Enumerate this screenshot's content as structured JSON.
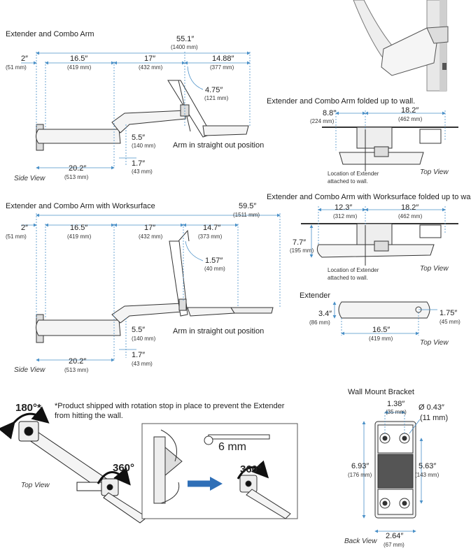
{
  "side1": {
    "title": "Extender and Combo Arm",
    "total": {
      "v": "55.1″",
      "mm": "(1400 mm)"
    },
    "d1": {
      "v": "2″",
      "mm": "(51 mm)"
    },
    "d2": {
      "v": "16.5″",
      "mm": "(419 mm)"
    },
    "d3": {
      "v": "17″",
      "mm": "(432 mm)"
    },
    "d4": {
      "v": "14.88″",
      "mm": "(377 mm)"
    },
    "d5": {
      "v": "4.75″",
      "mm": "(121 mm)"
    },
    "d6": {
      "v": "5.5″",
      "mm": "(140 mm)"
    },
    "d7": {
      "v": "1.7″",
      "mm": "(43 mm)"
    },
    "d8": {
      "v": "20.2″",
      "mm": "(513 mm)"
    },
    "note": "Arm in straight out position",
    "view": "Side View"
  },
  "fold1": {
    "title": "Extender and Combo Arm folded up to wall.",
    "a": {
      "v": "8.8″",
      "mm": "(224 mm)"
    },
    "b": {
      "v": "18.2″",
      "mm": "(462 mm)"
    },
    "loc1": "Location of Extender",
    "loc2": "attached to wall.",
    "view": "Top View"
  },
  "side2": {
    "title": "Extender and Combo Arm with Worksurface",
    "total": {
      "v": "59.5″",
      "mm": "(1511 mm)"
    },
    "d1": {
      "v": "2″",
      "mm": "(51 mm)"
    },
    "d2": {
      "v": "16.5″",
      "mm": "(419 mm)"
    },
    "d3": {
      "v": "17″",
      "mm": "(432 mm)"
    },
    "d4": {
      "v": "14.7″",
      "mm": "(373 mm)"
    },
    "d5": {
      "v": "1.57″",
      "mm": "(40 mm)"
    },
    "d6": {
      "v": "5.5″",
      "mm": "(140 mm)"
    },
    "d7": {
      "v": "1.7″",
      "mm": "(43 mm)"
    },
    "d8": {
      "v": "20.2″",
      "mm": "(513 mm)"
    },
    "note": "Arm in straight out position",
    "view": "Side View"
  },
  "fold2": {
    "title": "Extender and Combo Arm with Worksurface folded up to wall.",
    "a": {
      "v": "12.3″",
      "mm": "(312 mm)"
    },
    "b": {
      "v": "18.2″",
      "mm": "(462 mm)"
    },
    "c": {
      "v": "7.7″",
      "mm": "(195 mm)"
    },
    "loc1": "Location of Extender",
    "loc2": "attached to wall.",
    "view": "Top View"
  },
  "extender": {
    "title": "Extender",
    "a": {
      "v": "3.4″",
      "mm": "(86 mm)"
    },
    "b": {
      "v": "16.5″",
      "mm": "(419 mm)"
    },
    "c": {
      "v": "1.75″",
      "mm": "(45 mm)"
    },
    "view": "Top View"
  },
  "rotation": {
    "deg180": "180°*",
    "deg360a": "360°",
    "deg360b": "360°",
    "note1": "*Product shipped with rotation stop in place to prevent the Extender",
    "note2": "from hitting the wall.",
    "view": "Top View",
    "tool": "6 mm"
  },
  "bracket": {
    "title": "Wall Mount Bracket",
    "w": {
      "v": "1.38″",
      "mm": "(35 mm)"
    },
    "hole": {
      "v": "Ø 0.43″",
      "mm": "(11 mm)"
    },
    "h": {
      "v": "6.93″",
      "mm": "(176 mm)"
    },
    "h2": {
      "v": "5.63″",
      "mm": "(143 mm)"
    },
    "bw": {
      "v": "2.64″",
      "mm": "(67 mm)"
    },
    "view": "Back View"
  },
  "colors": {
    "dim": "#4a90c8",
    "accent": "#2f6fb7"
  }
}
